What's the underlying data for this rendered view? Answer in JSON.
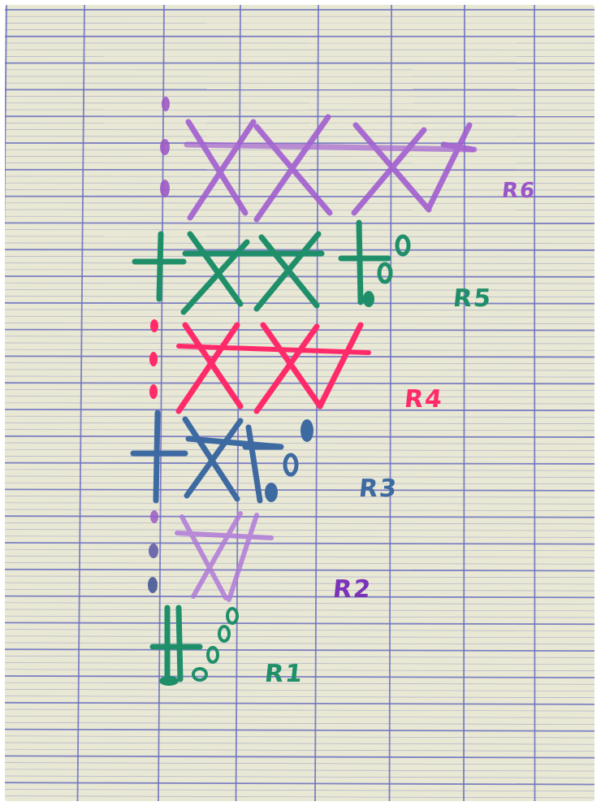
{
  "photo": {
    "subject": "crochet-chart-on-grid-paper",
    "colors": {
      "paper": "#e9e8d4",
      "grid_line": "#6a6fc0",
      "row1": "#1f8f6a",
      "row2": "#a26bd0",
      "row3": "#3e6aa2",
      "row4": "#ff2a6a",
      "row5": "#1f8f6a",
      "row6": "#a15ed0"
    }
  },
  "rows": [
    {
      "label": "R1",
      "color": "#1f8f6a"
    },
    {
      "label": "R2",
      "color": "#7b34b8"
    },
    {
      "label": "R3",
      "color": "#3e6aa2"
    },
    {
      "label": "R4",
      "color": "#ff2a6a"
    },
    {
      "label": "R5",
      "color": "#1f8f6a"
    },
    {
      "label": "R6",
      "color": "#9a55c8"
    }
  ]
}
